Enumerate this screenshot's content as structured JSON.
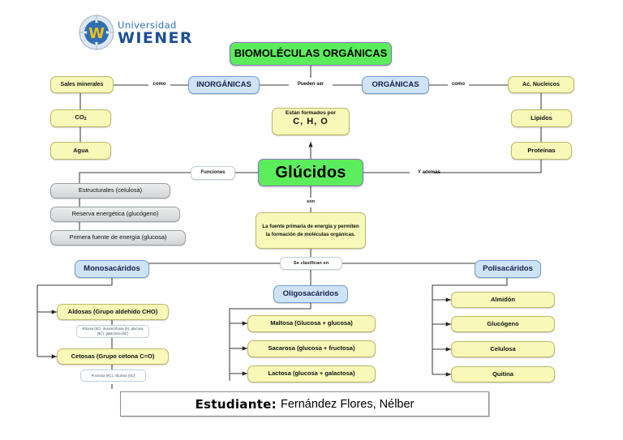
{
  "document": {
    "title": "Mapa Conceptual - Biomoléculas Orgánicas",
    "logo": {
      "line1": "Universidad",
      "line2": "WIENER",
      "mark": "wiener-compass-w-icon"
    }
  },
  "colors": {
    "green_fill": "#5ced5c",
    "green_border": "#8b6fc0",
    "blue_fill": "#cfe3f7",
    "blue_border": "#6f9ece",
    "yellow_fill": "#f8f8b8",
    "yellow_border": "#b9b96a",
    "grey_fill": "#d2d5d6",
    "grey_border": "#9aa0a3",
    "wire": "#3a3a3a",
    "page_bg": "#ffffff"
  },
  "nodes": {
    "root": "BIOMOLÉCULAS ORGÁNICAS",
    "inorganicas": "INORGÁNICAS",
    "organicas": "ORGÁNICAS",
    "sales_minerales": "Sales minerales",
    "co2_l1": "CO",
    "co2_sub": "2",
    "agua": "Agua",
    "ac_nucleicos": "Ac. Nucleicos",
    "lipidos": "Lípidos",
    "proteinas": "Proteínas",
    "formados_l1": "Están formados por",
    "formados_l2": "C, H, O",
    "glucidos": "Glúcidos",
    "fuente_primaria": "La fuente primaria de energía y permiten la formación de moléculas orgánicas.",
    "estructurales": "Estructurales (celulosa)",
    "reserva": "Reserva energética (glucógeno)",
    "primera_fuente": "Primera fuente de energía (glucosa)",
    "monosacaridos": "Monosacáridos",
    "oligosacaridos": "Oligosacáridos",
    "polisacaridos": "Polisacáridos",
    "aldosas": "Aldosas (Grupo aldehído CHO)",
    "aldosas_note": "Ribosa (5C), desoxirribosa (5), glucosa (6C), galactosa (6C)",
    "cetosas": "Cetosas (Grupo cetona C=O)",
    "cetosas_note": "Fructosa (6C), ribulosa (5C)",
    "maltosa": "Maltosa (Glucosa + glucosa)",
    "sacarosa": "Sacarosa (glucosa + fructosa)",
    "lactosa": "Lactosa (glucosa + galactosa)",
    "almidon": "Almidón",
    "glucogeno": "Glucógeno",
    "celulosa": "Celulosa",
    "quitina": "Quitina"
  },
  "connector_labels": {
    "como_left": "como",
    "pueden_ser": "Pueden ser",
    "como_right": "como",
    "funciones": "Funciones",
    "y_ademas": "Y además",
    "son": "son",
    "se_clasifican_en": "Se clasifican en"
  },
  "footer": {
    "label": "Estudiante:",
    "name": "Fernández Flores, Nélber"
  }
}
